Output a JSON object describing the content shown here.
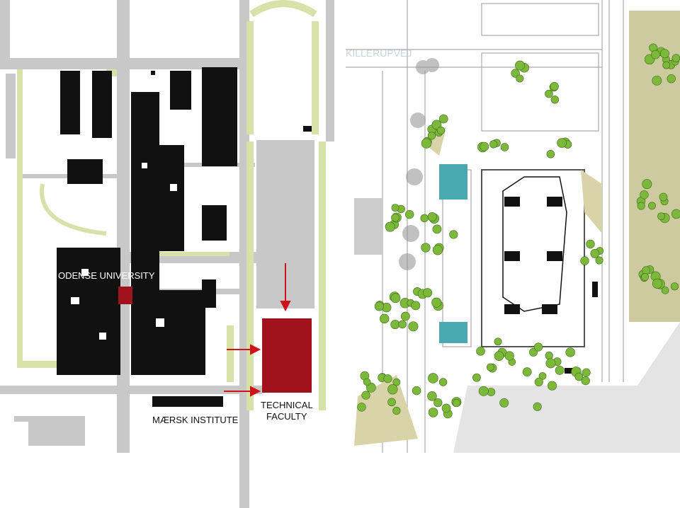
{
  "left_map": {
    "labels": {
      "odense_university": "ODENSE UNIVERSITY",
      "technical_faculty_line1": "TECHNICAL",
      "technical_faculty_line2": "FACULTY",
      "maersk_institute": "MÆRSK INSTITUTE"
    },
    "colors": {
      "road": "#c8c8c8",
      "building": "#111111",
      "green_strip": "#d6e2a8",
      "highlight": "#a0121c",
      "arrow": "#d0121c"
    }
  },
  "right_plan": {
    "street_label": "KILLERUPVEJ",
    "colors": {
      "tree": "#7cb83a",
      "meadow": "#d8d4a8",
      "teal": "#4aa8b0",
      "field": "#b8b478"
    }
  }
}
